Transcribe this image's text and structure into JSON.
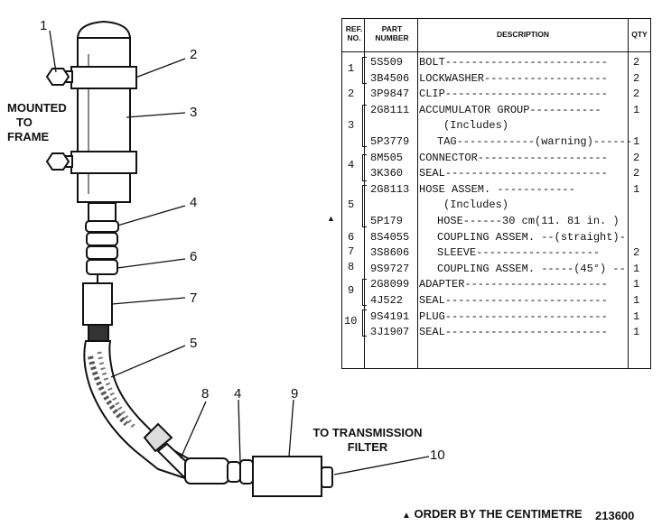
{
  "diagram": {
    "callouts": [
      "1",
      "2",
      "3",
      "4",
      "5",
      "6",
      "7",
      "8",
      "4",
      "9",
      "10"
    ],
    "mounted_label": [
      "MOUNTED",
      "TO",
      "FRAME"
    ],
    "transmission_label": [
      "TO TRANSMISSION",
      "FILTER"
    ]
  },
  "table": {
    "headers": {
      "ref": "REF. NO.",
      "part": "PART NUMBER",
      "description": "DESCRIPTION",
      "qty": "QTY"
    },
    "rows": [
      {
        "part": "5S509",
        "description": "BOLT-------------------------",
        "qty": "2"
      },
      {
        "part": "3B4506",
        "description": "LOCKWASHER-------------------",
        "qty": "2"
      },
      {
        "part": "3P9847",
        "description": "CLIP-------------------------",
        "qty": "2"
      },
      {
        "part": "2G8111",
        "description": "ACCUMULATOR GROUP-----------",
        "qty": "1"
      },
      {
        "part": "",
        "description": "(Includes)",
        "qty": ""
      },
      {
        "part": "5P3779",
        "description": "TAG------------(warning)------",
        "qty": "1"
      },
      {
        "part": "8M505",
        "description": "CONNECTOR--------------------",
        "qty": "2"
      },
      {
        "part": "3K360",
        "description": "SEAL-------------------------",
        "qty": "2"
      },
      {
        "part": "2G8113",
        "description": "HOSE ASSEM. ------------",
        "qty": "1"
      },
      {
        "part": "",
        "description": "(Includes)",
        "qty": ""
      },
      {
        "part": "5P179",
        "description": "HOSE------30 cm(11. 81 in. )",
        "qty": ""
      },
      {
        "part": "8S4055",
        "description": "COUPLING ASSEM. --(straight)-",
        "qty": ""
      },
      {
        "part": "3S8606",
        "description": "SLEEVE-------------------",
        "qty": "2"
      },
      {
        "part": "9S9727",
        "description": "COUPLING ASSEM. -----(45°) --",
        "qty": "1"
      },
      {
        "part": "2G8099",
        "description": "ADAPTER----------------------",
        "qty": "1"
      },
      {
        "part": "4J522",
        "description": "SEAL-------------------------",
        "qty": "1"
      },
      {
        "part": "9S4191",
        "description": "PLUG-------------------------",
        "qty": "1"
      },
      {
        "part": "3J1907",
        "description": "SEAL-------------------------",
        "qty": "1"
      }
    ],
    "ref_numbers": [
      "1",
      "2",
      "3",
      "4",
      "5",
      "6",
      "7",
      "8",
      "9",
      "10"
    ],
    "order_mark": "▲"
  },
  "footer": {
    "note": "ORDER BY THE CENTIMETRE",
    "note_mark": "▲",
    "code": "213600"
  }
}
